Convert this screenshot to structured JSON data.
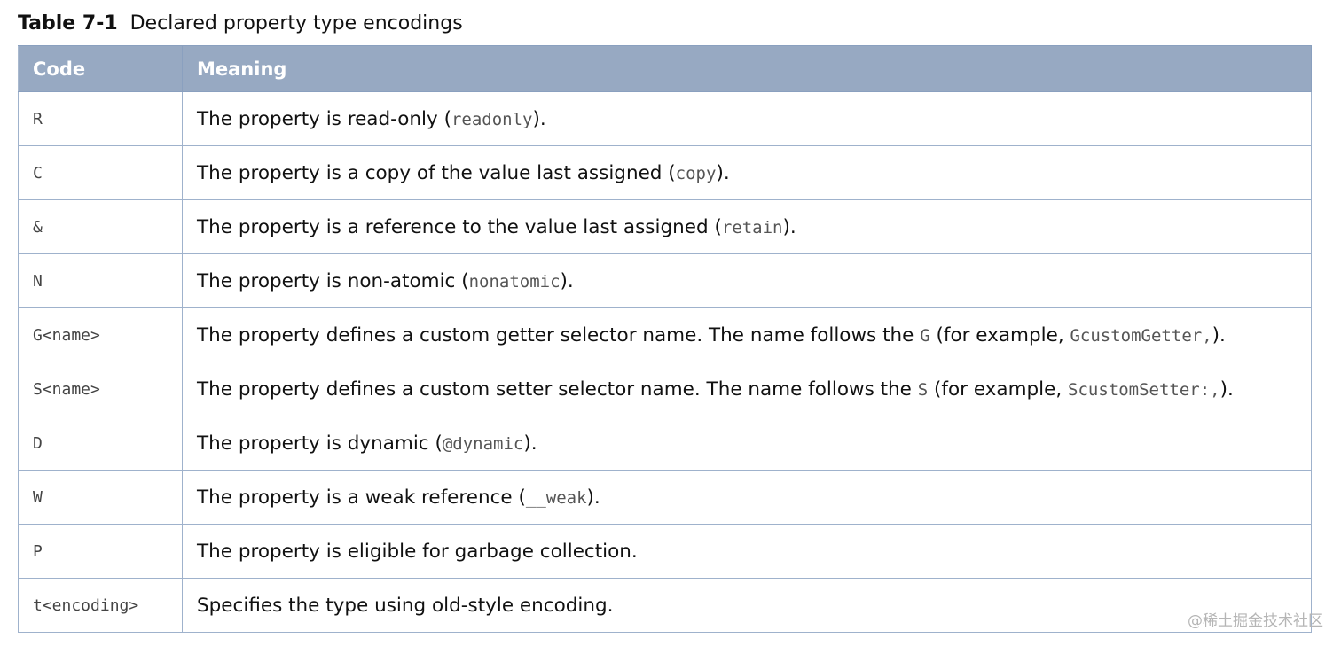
{
  "caption": {
    "label": "Table 7-1",
    "title": "Declared property type encodings"
  },
  "table": {
    "headers": [
      "Code",
      "Meaning"
    ],
    "rows": [
      {
        "code": "R",
        "pre": "The property is read-only (",
        "mono": "readonly",
        "mid": "",
        "mono2": "",
        "post": ")."
      },
      {
        "code": "C",
        "pre": "The property is a copy of the value last assigned (",
        "mono": "copy",
        "mid": "",
        "mono2": "",
        "post": ")."
      },
      {
        "code": "&",
        "pre": "The property is a reference to the value last assigned (",
        "mono": "retain",
        "mid": "",
        "mono2": "",
        "post": ")."
      },
      {
        "code": "N",
        "pre": "The property is non-atomic (",
        "mono": "nonatomic",
        "mid": "",
        "mono2": "",
        "post": ")."
      },
      {
        "code": "G<name>",
        "pre": "The property defines a custom getter selector name. The name follows the ",
        "mono": "G",
        "mid": " (for example, ",
        "mono2": "GcustomGetter,",
        "post": ")."
      },
      {
        "code": "S<name>",
        "pre": "The property defines a custom setter selector name. The name follows the ",
        "mono": "S",
        "mid": " (for example, ",
        "mono2": "ScustomSetter:,",
        "post": ")."
      },
      {
        "code": "D",
        "pre": "The property is dynamic (",
        "mono": "@dynamic",
        "mid": "",
        "mono2": "",
        "post": ")."
      },
      {
        "code": "W",
        "pre": "The property is a weak reference (",
        "mono": "__weak",
        "mid": "",
        "mono2": "",
        "post": ")."
      },
      {
        "code": "P",
        "pre": "The property is eligible for garbage collection.",
        "mono": "",
        "mid": "",
        "mono2": "",
        "post": ""
      },
      {
        "code": "t<encoding>",
        "pre": "Specifies the type using old-style encoding.",
        "mono": "",
        "mid": "",
        "mono2": "",
        "post": ""
      }
    ]
  },
  "watermark": "@稀土掘金技术社区"
}
